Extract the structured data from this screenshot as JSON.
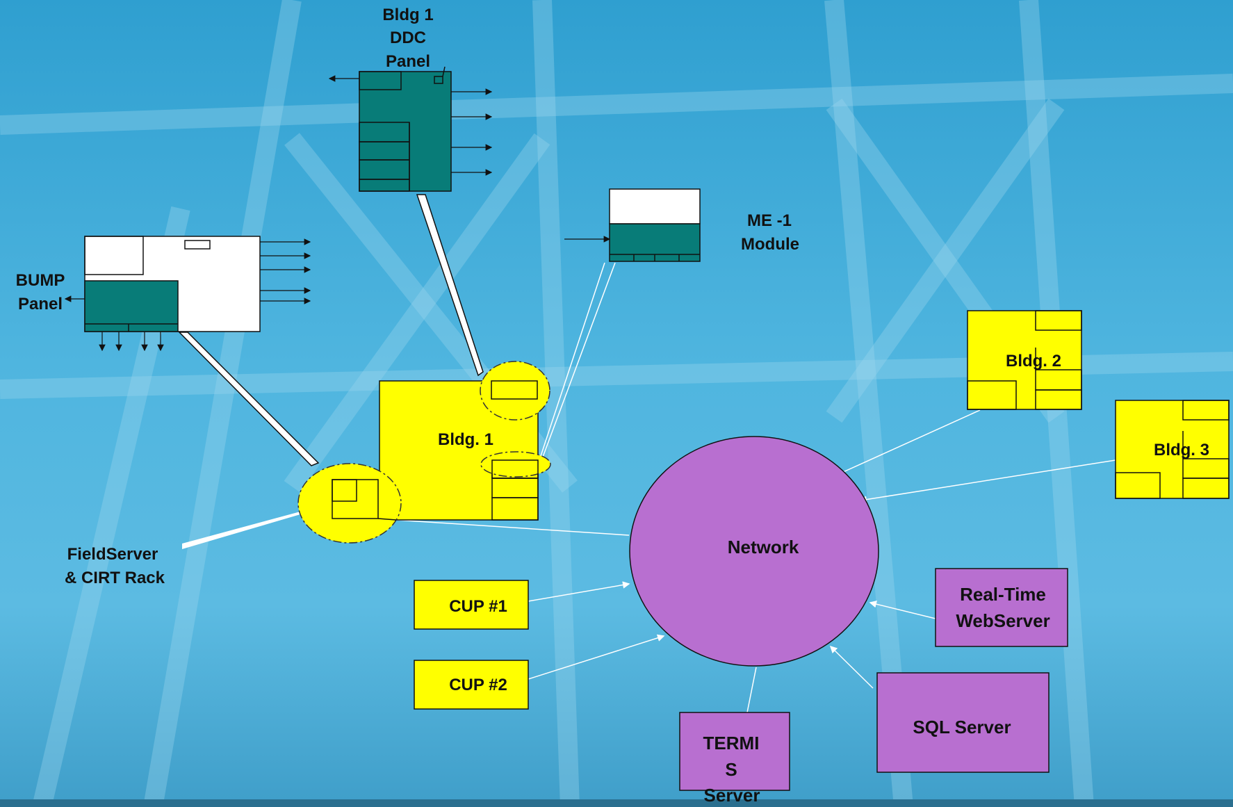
{
  "labels": {
    "ddc_panel": [
      "Bldg 1",
      "DDC",
      "Panel"
    ],
    "me1_module": [
      "ME -1",
      "Module"
    ],
    "bump_panel": [
      "BUMP",
      "Panel"
    ],
    "bldg1": "Bldg. 1",
    "bldg2": "Bldg. 2",
    "bldg3": "Bldg. 3",
    "fieldserver": [
      "FieldServer",
      "& CIRT Rack"
    ],
    "network": "Network",
    "cup1": "CUP #1",
    "cup2": "CUP #2",
    "realtime": [
      "Real-Time",
      "WebServer"
    ],
    "sql": "SQL Server",
    "termis": [
      "TERMI",
      "S",
      "Server"
    ]
  },
  "colors": {
    "teal": "#087c78",
    "yellow": "#ffff00",
    "purple": "#b86fd0",
    "white": "#ffffff",
    "sky": "#3aa9d6"
  }
}
